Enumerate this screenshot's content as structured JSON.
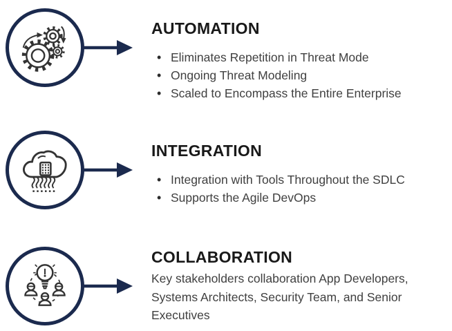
{
  "page": {
    "background": "#ffffff",
    "type": "infographic-list"
  },
  "colors": {
    "accent_navy": "#1b2a4e",
    "heading_text": "#191919",
    "body_text": "#404040",
    "icon_stroke": "#333333"
  },
  "sections": [
    {
      "heading": "AUTOMATION",
      "icon": "gears-automation-icon",
      "bullets": [
        "Eliminates Repetition in Threat Mode",
        "Ongoing Threat Modeling",
        "Scaled to Encompass the Entire Enterprise"
      ]
    },
    {
      "heading": "INTEGRATION",
      "icon": "cloud-integration-icon",
      "bullets": [
        "Integration with Tools Throughout the SDLC",
        "Supports the Agile DevOps"
      ]
    },
    {
      "heading": "COLLABORATION",
      "icon": "team-collaboration-icon",
      "paragraph_lines": [
        "Key stakeholders collaboration App Developers,",
        "Systems Architects, Security Team, and Senior",
        "Executives"
      ]
    }
  ]
}
